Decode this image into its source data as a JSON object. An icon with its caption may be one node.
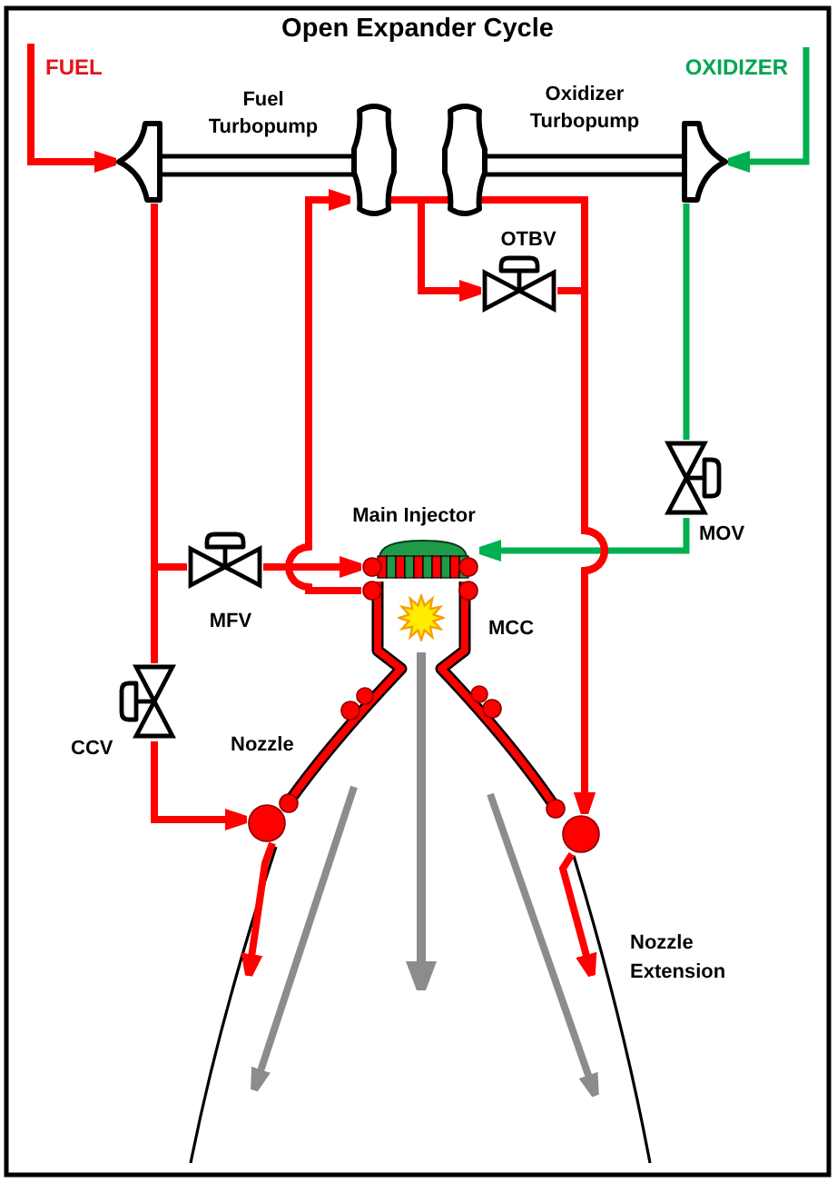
{
  "diagram": {
    "title": "Open Expander Cycle",
    "nodes": [
      {
        "text": [],
        "shape": "picture"
      },
      {
        "text": [],
        "shape": "picture"
      },
      {
        "text": [],
        "shape": "picture"
      },
      {
        "text": [],
        "shape": "picture"
      },
      {
        "text": [],
        "shape": "valve",
        "beside": [
          "OTBV"
        ]
      },
      {
        "text": [],
        "shape": "valve",
        "beside": [
          "MOV"
        ]
      },
      {
        "text": [],
        "shape": "valve",
        "beside": [
          "MFV"
        ]
      },
      {
        "text": [],
        "shape": "picture",
        "beside": [
          "Main Injector"
        ]
      },
      {
        "text": [],
        "shape": "circle"
      },
      {
        "text": [],
        "shape": "valve",
        "beside": [
          "CCV"
        ]
      },
      {
        "text": [],
        "shape": "circle"
      },
      {
        "text": [],
        "shape": "circle"
      }
    ],
    "edges": [
      {
        "from": null,
        "to": 0,
        "arrow": "to"
      },
      {
        "from": null,
        "to": 3,
        "arrow": "to",
        "color": "#00b050"
      },
      {
        "from": 0,
        "to": 6,
        "arrow": "none"
      },
      {
        "from": 0,
        "to": 9,
        "arrow": "none"
      },
      {
        "from": 6,
        "to": 7,
        "arrow": "to"
      },
      {
        "from": 9,
        "to": 10,
        "arrow": "to"
      },
      {
        "from": 8,
        "to": 1,
        "arrow": "to"
      },
      {
        "from": 1,
        "to": 2,
        "arrow": "none"
      },
      {
        "from": 1,
        "to": 4,
        "arrow": "to"
      },
      {
        "from": 2,
        "to": 11,
        "arrow": "to"
      },
      {
        "from": 4,
        "to": 11,
        "arrow": "to"
      },
      {
        "from": 3,
        "to": 5,
        "arrow": "none",
        "color": "#00b050"
      },
      {
        "from": 5,
        "to": 7,
        "arrow": "to",
        "color": "#00b050"
      },
      {
        "from": 10,
        "to": null,
        "arrow": "to"
      },
      {
        "from": 11,
        "to": null,
        "arrow": "to"
      }
    ],
    "labels": [
      "FUEL",
      "OXIDIZER",
      "Fuel Turbopump",
      "Oxidizer Turbopump",
      "MCC",
      "Nozzle",
      "Nozzle Extension"
    ]
  }
}
